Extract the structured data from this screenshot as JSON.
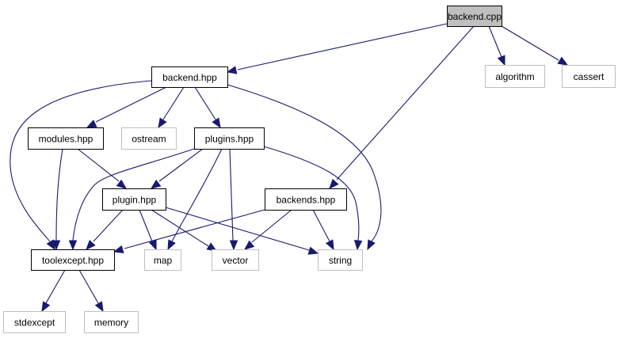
{
  "diagram": {
    "type": "include-dependency-graph",
    "colors": {
      "edge": "#191970",
      "root_fill": "#bfbfbf",
      "root_border": "#000000",
      "local_border": "#000000",
      "system_border": "#bfbfbf",
      "node_fill": "#ffffff"
    },
    "nodes": [
      {
        "id": "backend_cpp",
        "label": "backend.cpp",
        "kind": "root"
      },
      {
        "id": "algorithm",
        "label": "algorithm",
        "kind": "system"
      },
      {
        "id": "cassert",
        "label": "cassert",
        "kind": "system"
      },
      {
        "id": "backend_hpp",
        "label": "backend.hpp",
        "kind": "local"
      },
      {
        "id": "modules_hpp",
        "label": "modules.hpp",
        "kind": "local"
      },
      {
        "id": "ostream",
        "label": "ostream",
        "kind": "system"
      },
      {
        "id": "plugins_hpp",
        "label": "plugins.hpp",
        "kind": "local"
      },
      {
        "id": "plugin_hpp",
        "label": "plugin.hpp",
        "kind": "local"
      },
      {
        "id": "backends_hpp",
        "label": "backends.hpp",
        "kind": "local"
      },
      {
        "id": "toolexcept_hpp",
        "label": "toolexcept.hpp",
        "kind": "local"
      },
      {
        "id": "map",
        "label": "map",
        "kind": "system"
      },
      {
        "id": "vector",
        "label": "vector",
        "kind": "system"
      },
      {
        "id": "string",
        "label": "string",
        "kind": "system"
      },
      {
        "id": "stdexcept",
        "label": "stdexcept",
        "kind": "system"
      },
      {
        "id": "memory",
        "label": "memory",
        "kind": "system"
      }
    ],
    "edges": [
      {
        "from": "backend_cpp",
        "to": "backend_hpp"
      },
      {
        "from": "backend_cpp",
        "to": "backends_hpp"
      },
      {
        "from": "backend_cpp",
        "to": "algorithm"
      },
      {
        "from": "backend_cpp",
        "to": "cassert"
      },
      {
        "from": "backend_hpp",
        "to": "toolexcept_hpp"
      },
      {
        "from": "backend_hpp",
        "to": "modules_hpp"
      },
      {
        "from": "backend_hpp",
        "to": "ostream"
      },
      {
        "from": "backend_hpp",
        "to": "plugins_hpp"
      },
      {
        "from": "backend_hpp",
        "to": "string"
      },
      {
        "from": "modules_hpp",
        "to": "toolexcept_hpp"
      },
      {
        "from": "modules_hpp",
        "to": "plugin_hpp"
      },
      {
        "from": "plugins_hpp",
        "to": "toolexcept_hpp"
      },
      {
        "from": "plugins_hpp",
        "to": "plugin_hpp"
      },
      {
        "from": "plugins_hpp",
        "to": "map"
      },
      {
        "from": "plugins_hpp",
        "to": "vector"
      },
      {
        "from": "plugins_hpp",
        "to": "string"
      },
      {
        "from": "plugin_hpp",
        "to": "toolexcept_hpp"
      },
      {
        "from": "plugin_hpp",
        "to": "map"
      },
      {
        "from": "plugin_hpp",
        "to": "vector"
      },
      {
        "from": "plugin_hpp",
        "to": "string"
      },
      {
        "from": "backends_hpp",
        "to": "toolexcept_hpp"
      },
      {
        "from": "backends_hpp",
        "to": "vector"
      },
      {
        "from": "backends_hpp",
        "to": "string"
      },
      {
        "from": "toolexcept_hpp",
        "to": "stdexcept"
      },
      {
        "from": "toolexcept_hpp",
        "to": "memory"
      }
    ]
  }
}
